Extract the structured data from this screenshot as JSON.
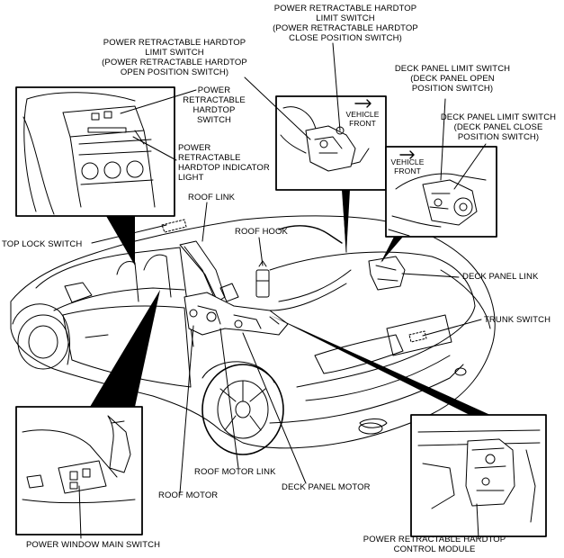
{
  "labels": {
    "sw_close": "POWER RETRACTABLE HARDTOP\nLIMIT SWITCH\n(POWER RETRACTABLE HARDTOP\nCLOSE POSITION SWITCH)",
    "sw_open": "POWER RETRACTABLE HARDTOP\nLIMIT SWITCH\n(POWER RETRACTABLE HARDTOP\nOPEN POSITION SWITCH)",
    "deck_open": "DECK PANEL LIMIT SWITCH\n(DECK PANEL OPEN\nPOSITION SWITCH)",
    "deck_close": "DECK PANEL LIMIT SWITCH\n(DECK PANEL CLOSE\nPOSITION SWITCH)",
    "hardtop_switch": "POWER\nRETRACTABLE\nHARDTOP\nSWITCH",
    "indicator_light": "POWER\nRETRACTABLE\nHARDTOP INDICATOR\nLIGHT",
    "vehicle_front_1": "VEHICLE\nFRONT",
    "vehicle_front_2": "VEHICLE\nFRONT",
    "roof_link": "ROOF LINK",
    "roof_hook": "ROOF HOOK",
    "top_lock_switch": "TOP LOCK SWITCH",
    "deck_panel_link": "DECK PANEL LINK",
    "trunk_switch": "TRUNK SWITCH",
    "roof_motor_link": "ROOF MOTOR LINK",
    "roof_motor": "ROOF MOTOR",
    "deck_panel_motor": "DECK PANEL MOTOR",
    "window_main_switch": "POWER WINDOW MAIN SWITCH",
    "control_module": "POWER RETRACTABLE HARDTOP\nCONTROL MODULE"
  }
}
